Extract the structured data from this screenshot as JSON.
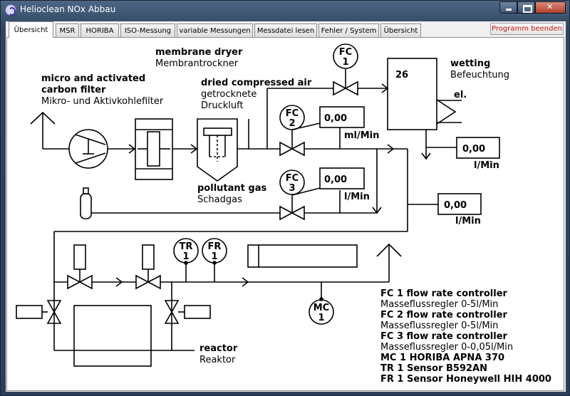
{
  "window": {
    "title": "Helioclean NOx Abbau"
  },
  "tabs": [
    {
      "label": "Übersicht"
    },
    {
      "label": "MSR"
    },
    {
      "label": "HORIBA"
    },
    {
      "label": "ISO-Messung"
    },
    {
      "label": "variable Messungen"
    },
    {
      "label": "Messdatei lesen"
    },
    {
      "label": "Fehler / System"
    },
    {
      "label": "Übersicht"
    }
  ],
  "exit_button": "Programm beenden",
  "diagram": {
    "filter": {
      "en_line1": "micro and activated",
      "en_line2": "carbon filter",
      "de": "Mikro- und Aktivkohlefilter"
    },
    "dryer": {
      "en": "membrane dryer",
      "de": "Membrantrockner"
    },
    "dried_air": {
      "en": "dried compressed air",
      "de_line1": "getrocknete",
      "de_line2": "Druckluft"
    },
    "pollutant": {
      "en": "pollutant gas",
      "de": "Schadgas"
    },
    "wetting": {
      "en": "wetting",
      "de": "Befeuchtung",
      "value": "26",
      "el_label": "el."
    },
    "reactor": {
      "en": "reactor",
      "de": "Reaktor"
    },
    "controllers": {
      "fc1": {
        "name": "FC",
        "num": "1"
      },
      "fc2": {
        "name": "FC",
        "num": "2",
        "value": "0,00",
        "unit": "ml/Min"
      },
      "fc3": {
        "name": "FC",
        "num": "3",
        "value": "0,00",
        "unit": "l/Min"
      },
      "tr1": {
        "name": "TR",
        "num": "1"
      },
      "fr1": {
        "name": "FR",
        "num": "1"
      },
      "mc1": {
        "name": "MC",
        "num": "1"
      }
    },
    "outlet_wetting": {
      "value": "0,00",
      "unit": "l/Min"
    },
    "outlet_main": {
      "value": "0,00",
      "unit": "l/Min"
    }
  },
  "legend": [
    {
      "text": "FC 1 flow rate controller",
      "bold": true
    },
    {
      "text": "Masseflussregler 0-5l/Min",
      "bold": false
    },
    {
      "text": "FC 2 flow rate controller",
      "bold": true
    },
    {
      "text": "Masseflussregler 0-5l/Min",
      "bold": false
    },
    {
      "text": "FC 3 flow rate controller",
      "bold": true
    },
    {
      "text": "Masseflussregler 0-0,05l/Min",
      "bold": false
    },
    {
      "text": "MC 1 HORIBA APNA 370",
      "bold": true
    },
    {
      "text": "TR 1 Sensor B592AN",
      "bold": true
    },
    {
      "text": "FR 1 Sensor Honeywell HIH 4000",
      "bold": true
    }
  ]
}
